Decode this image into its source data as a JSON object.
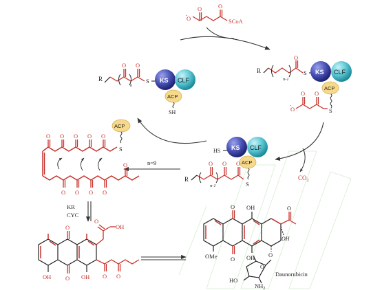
{
  "colors": {
    "red": "#c8302a",
    "bond": "#222222",
    "arrow": "#333333",
    "ks_dark": "#2a2f86",
    "ks_light": "#7a84d8",
    "clf_dark": "#1f9aa9",
    "clf_light": "#8fe0ea",
    "acp_fill": "#f6d98a",
    "acp_stroke": "#d7b25a",
    "watermark": "#b9e6b2"
  },
  "malonyl": {
    "minus": "-",
    "o_top1": "O",
    "o_top2": "O",
    "o_neg": "O",
    "scoa": "SCoA"
  },
  "domains": {
    "ks": "KS",
    "clf": "CLF",
    "acp": "ACP"
  },
  "left_complex": {
    "r": "R",
    "o1": "O",
    "o2": "O",
    "sub_n": "n",
    "s": "S",
    "sh": "SH"
  },
  "right_complex": {
    "r": "R",
    "o1": "O",
    "sub_n1": "n-1",
    "s": "S",
    "minus": "-",
    "o_a": "O",
    "o_b": "O",
    "o_c": "O",
    "s2": "S"
  },
  "bottom_complex": {
    "hs": "HS",
    "r": "R",
    "o1": "O",
    "o2": "O",
    "o3": "O",
    "sub_n1": "n-1",
    "s": "S"
  },
  "co2": "CO",
  "co2_sub": "2",
  "n9": "n=9",
  "kr_cyc": {
    "kr": "KR",
    "cyc": "CYC"
  },
  "polyketide": {
    "acp": "ACP",
    "s": "S",
    "o_labels": [
      "O",
      "O",
      "O",
      "O",
      "O",
      "O",
      "O",
      "O",
      "O",
      "O"
    ]
  },
  "anthra": {
    "o_top": "O",
    "o_bot": "O",
    "oh_left": "OH",
    "oh_mid": "OH",
    "oh_acid": "OH",
    "o_acid": "O",
    "o_k1": "O",
    "o_k2": "O"
  },
  "dauno": {
    "oh_top": "OH",
    "oh_mid": "OH",
    "o_top": "O",
    "o_mid": "O",
    "ome": "OMe",
    "oh_side": "OH",
    "oh_c": "O",
    "o_keto": "O",
    "o_sugar": "O",
    "ho": "HO",
    "nh2": "NH",
    "nh2_sub": "2",
    "o_ring": "O",
    "name": "Daunorubicin"
  }
}
